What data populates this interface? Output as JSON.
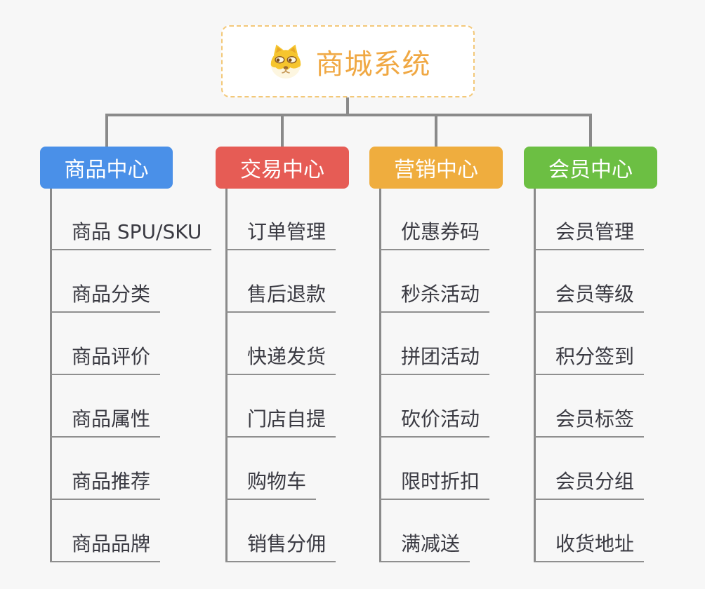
{
  "root": {
    "title": "商城系统",
    "icon": "dog-face-icon",
    "title_color": "#F0A843",
    "border_color": "#F3C878"
  },
  "branches": [
    {
      "label": "商品中心",
      "color": "#4A90E8",
      "children": [
        "商品 SPU/SKU",
        "商品分类",
        "商品评价",
        "商品属性",
        "商品推荐",
        "商品品牌"
      ]
    },
    {
      "label": "交易中心",
      "color": "#E65C55",
      "children": [
        "订单管理",
        "售后退款",
        "快递发货",
        "门店自提",
        "购物车",
        "销售分佣"
      ]
    },
    {
      "label": "营销中心",
      "color": "#EFAD3E",
      "children": [
        "优惠券码",
        "秒杀活动",
        "拼团活动",
        "砍价活动",
        "限时折扣",
        "满减送"
      ]
    },
    {
      "label": "会员中心",
      "color": "#6CBF43",
      "children": [
        "会员管理",
        "会员等级",
        "积分签到",
        "会员标签",
        "会员分组",
        "收货地址"
      ]
    }
  ],
  "colors": {
    "connector": "#8A8A8A",
    "leaf_line": "#8F8F8F",
    "leaf_text": "#3A3A42",
    "background": "#F7F7F7"
  }
}
